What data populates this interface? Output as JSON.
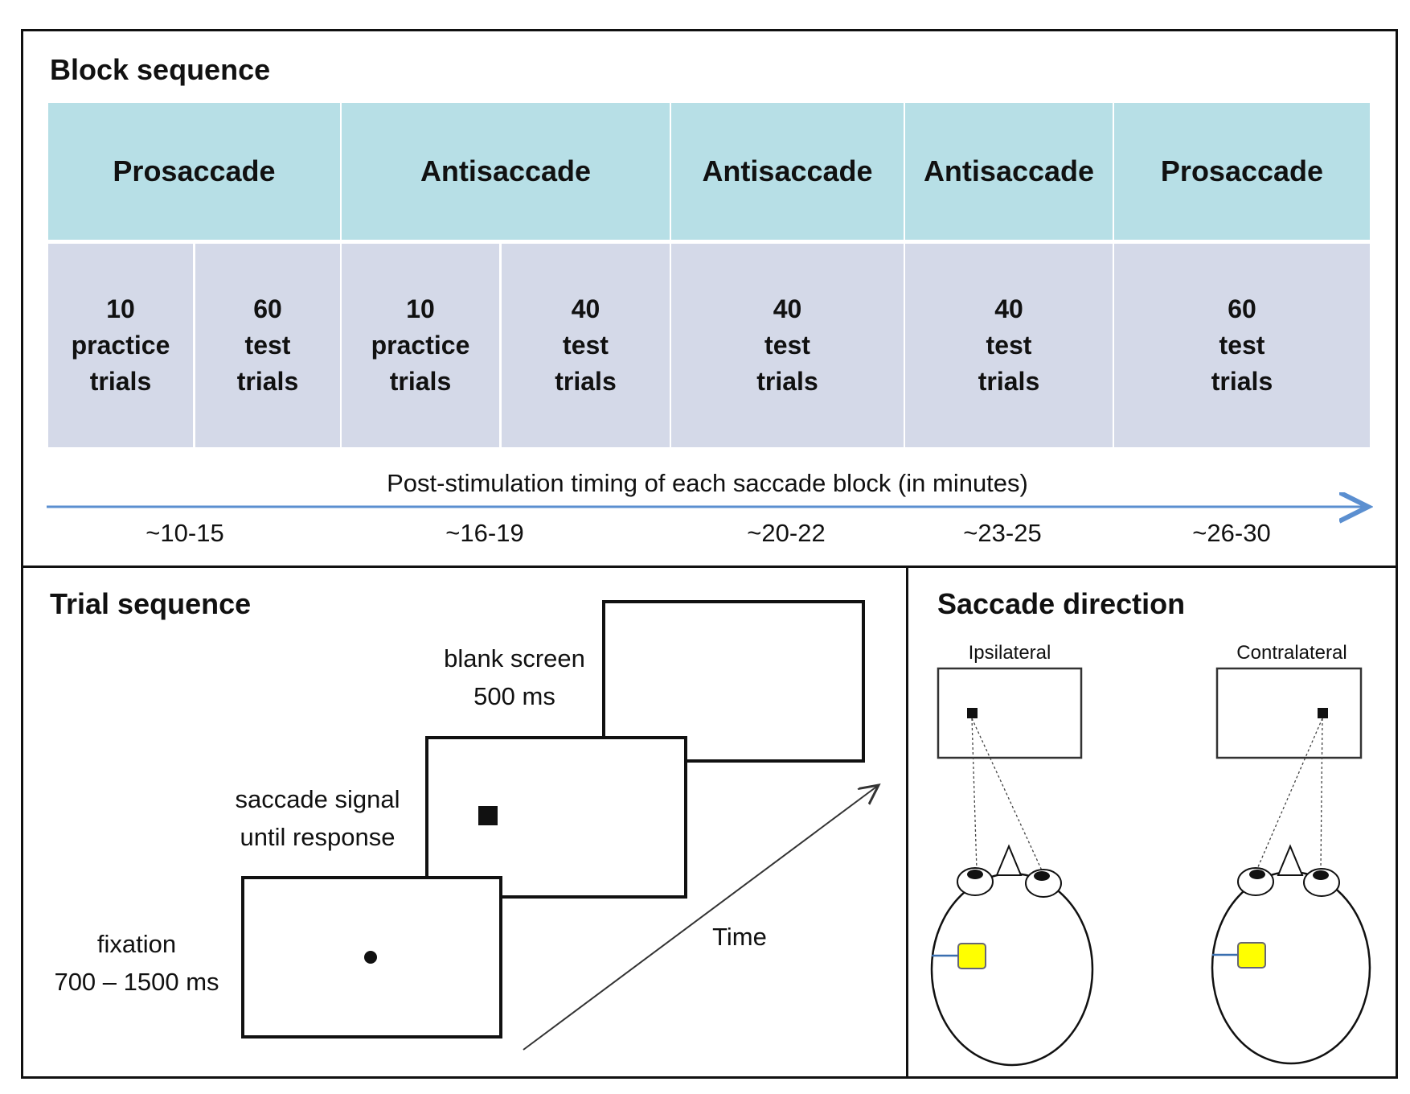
{
  "block": {
    "title": "Block sequence",
    "conditions": [
      "Prosaccade",
      "Antisaccade",
      "Antisaccade",
      "Antisaccade",
      "Prosaccade"
    ],
    "sub_blocks": [
      "10\npractice\ntrials",
      "60\ntest\ntrials",
      "10\npractice\ntrials",
      "40\ntest\ntrials",
      "40\ntest\ntrials",
      "40\ntest\ntrials",
      "60\ntest\ntrials"
    ],
    "timeline_caption": "Post-stimulation timing of each saccade block (in minutes)",
    "timings": [
      "~10-15",
      "~16-19",
      "~20-22",
      "~23-25",
      "~26-30"
    ],
    "colors": {
      "condition_fill": "#b7dfe6",
      "subblock_fill": "#d4d9e8",
      "arrow": "#5b8fd0"
    }
  },
  "trial": {
    "title": "Trial sequence",
    "blank_label": "blank screen\n500 ms",
    "signal_label": "saccade signal\nuntil response",
    "fixation_label": "fixation\n700 – 1500 ms",
    "time_label": "Time"
  },
  "direction": {
    "title": "Saccade direction",
    "ipsilateral": "Ipsilateral",
    "contralateral": "Contralateral",
    "colors": {
      "stim_site": "#ffff00"
    }
  }
}
